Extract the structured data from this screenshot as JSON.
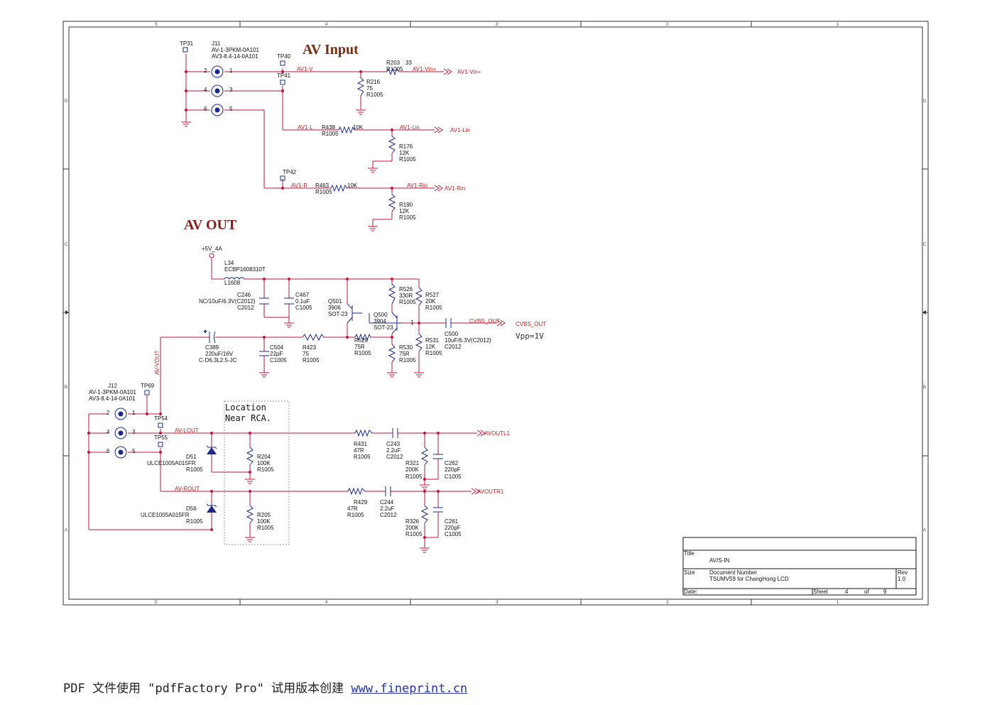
{
  "titles": {
    "av_input": "AV Input",
    "av_out": "AV OUT"
  },
  "ruler": {
    "cols": [
      "5",
      "4",
      "3",
      "2",
      "1"
    ],
    "rows": [
      "D",
      "C",
      "B",
      "A"
    ]
  },
  "labels": {
    "tp31": "TP31",
    "tp40": "TP40",
    "tp41": "TP41",
    "tp42": "TP42",
    "tp69": "TP69",
    "tp54": "TP54",
    "tp55": "TP55",
    "j11_ref": "J11",
    "j11_p1": "AV-1-3PKM-0A101",
    "j11_p2": "AV3-8.4-14-0A101",
    "j12_ref": "J12",
    "j12_p1": "AV-1-3PKM-0A101",
    "j12_p2": "AV3-8.4-14-0A101",
    "r203": "R203",
    "r203_v": "33",
    "r203_p": "R1005",
    "r216": "R216",
    "r216_v": "75",
    "r216_p": "R1005",
    "r438": "R438",
    "r438_v": "10K",
    "r438_p": "R1005",
    "r176": "R176",
    "r176_v": "12K",
    "r176_p": "R1005",
    "r463": "R463",
    "r463_v": "10K",
    "r463_p": "R1005",
    "r190": "R190",
    "r190_v": "12K",
    "r190_p": "R1005",
    "pwr": "+5V_4A",
    "l34": "L34",
    "l34_v": "ECBP1608310T",
    "l34_p": "L1608",
    "c246": "C246",
    "c246_v": "NC/10uF/6.3V(C2012)",
    "c246_p": "C2012",
    "c467": "C467",
    "c467_v": "0.1uF",
    "c467_p": "C1005",
    "q501": "Q501",
    "q501_v": "3906",
    "q501_p": "SOT-23",
    "q500": "Q500",
    "q500_v": "3904",
    "q500_p": "SOT-23",
    "r526": "R526",
    "r526_v": "330R",
    "r526_p": "R1005",
    "r527": "R527",
    "r527_v": "20K",
    "r527_p": "R1005",
    "c389": "C389",
    "c389_v": "220uF/16V",
    "c389_p": "C-D6.3L2.5-JC",
    "c504": "C504",
    "c504_v": "22pF",
    "c504_p": "C1005",
    "r423": "R423",
    "r423_v": "75",
    "r423_p": "R1005",
    "r529": "R529",
    "r529_v": "75R",
    "r529_p": "R1005",
    "r530": "R530",
    "r530_v": "75R",
    "r530_p": "R1005",
    "r531": "R531",
    "r531_v": "12K",
    "r531_p": "R1005",
    "c500": "C500",
    "c500_v": "10uF/6.3V(C2012)",
    "c500_p": "C2012",
    "vpp": "Vpp=1V",
    "loc1": "Location",
    "loc2": "Near RCA.",
    "d51": "D51",
    "d51_v": "ULCE1005A015FR",
    "d51_p": "R1005",
    "d56": "D56",
    "d56_v": "ULCE1005A015FR",
    "d56_p": "R1005",
    "r204": "R204",
    "r204_v": "100K",
    "r204_p": "R1005",
    "r205": "R205",
    "r205_v": "100K",
    "r205_p": "R1005",
    "r431": "R431",
    "r431_v": "47R",
    "r431_p": "R1005",
    "r429": "R429",
    "r429_v": "47R",
    "r429_p": "R1005",
    "c243": "C243",
    "c243_v": "2.2uF",
    "c243_p": "C2012",
    "c244": "C244",
    "c244_v": "2.2uF",
    "c244_p": "C2012",
    "r321": "R321",
    "r321_v": "200K",
    "r321_p": "R1005",
    "r326": "R326",
    "r326_v": "200K",
    "r326_p": "R1005",
    "c262": "C262",
    "c262_v": "220pF",
    "c262_p": "C1005",
    "c261": "C261",
    "c261_v": "220pF",
    "c261_p": "C1005",
    "pin1": "1",
    "pin2": "2",
    "pin3": "3",
    "pin4": "4",
    "pin5": "5",
    "pin6": "6"
  },
  "nets": {
    "av1_v": "AV1-V",
    "av1_vin": "AV1-Vin+",
    "av1_vin2": "AV1-Vin+",
    "av1_l": "AV1-L",
    "av1_lin": "AV1-Lin",
    "av1_lin2": "AV1-Lin",
    "av1_r": "AV1-R",
    "av1_rin": "AV1-Rin",
    "av1_rin2": "AV1-Rin",
    "av_vout": "AV-VOUT",
    "cvbs": "CVBS_OUT",
    "cvbs2": "CVBS_OUT",
    "av_lout": "AV-LOUT",
    "av_rout": "AV-ROUT",
    "avoutl1": "AVOUTL1",
    "avoutr1": "AVOUTR1"
  },
  "title_block": {
    "title_label": "Title",
    "title": "AV/S-IN",
    "size_label": "Size",
    "doc_label": "Document Number",
    "doc": "TSUMV59 for ChangHong LCD",
    "rev_label": "Rev",
    "rev": "1.0",
    "date_label": "Date:",
    "sheet_label": "Sheet",
    "sheet": "4",
    "of_label": "of",
    "of": "9"
  },
  "footer": {
    "text": "PDF 文件使用 \"pdfFactory Pro\" 试用版本创建 ",
    "link": "www.fineprint.cn"
  }
}
